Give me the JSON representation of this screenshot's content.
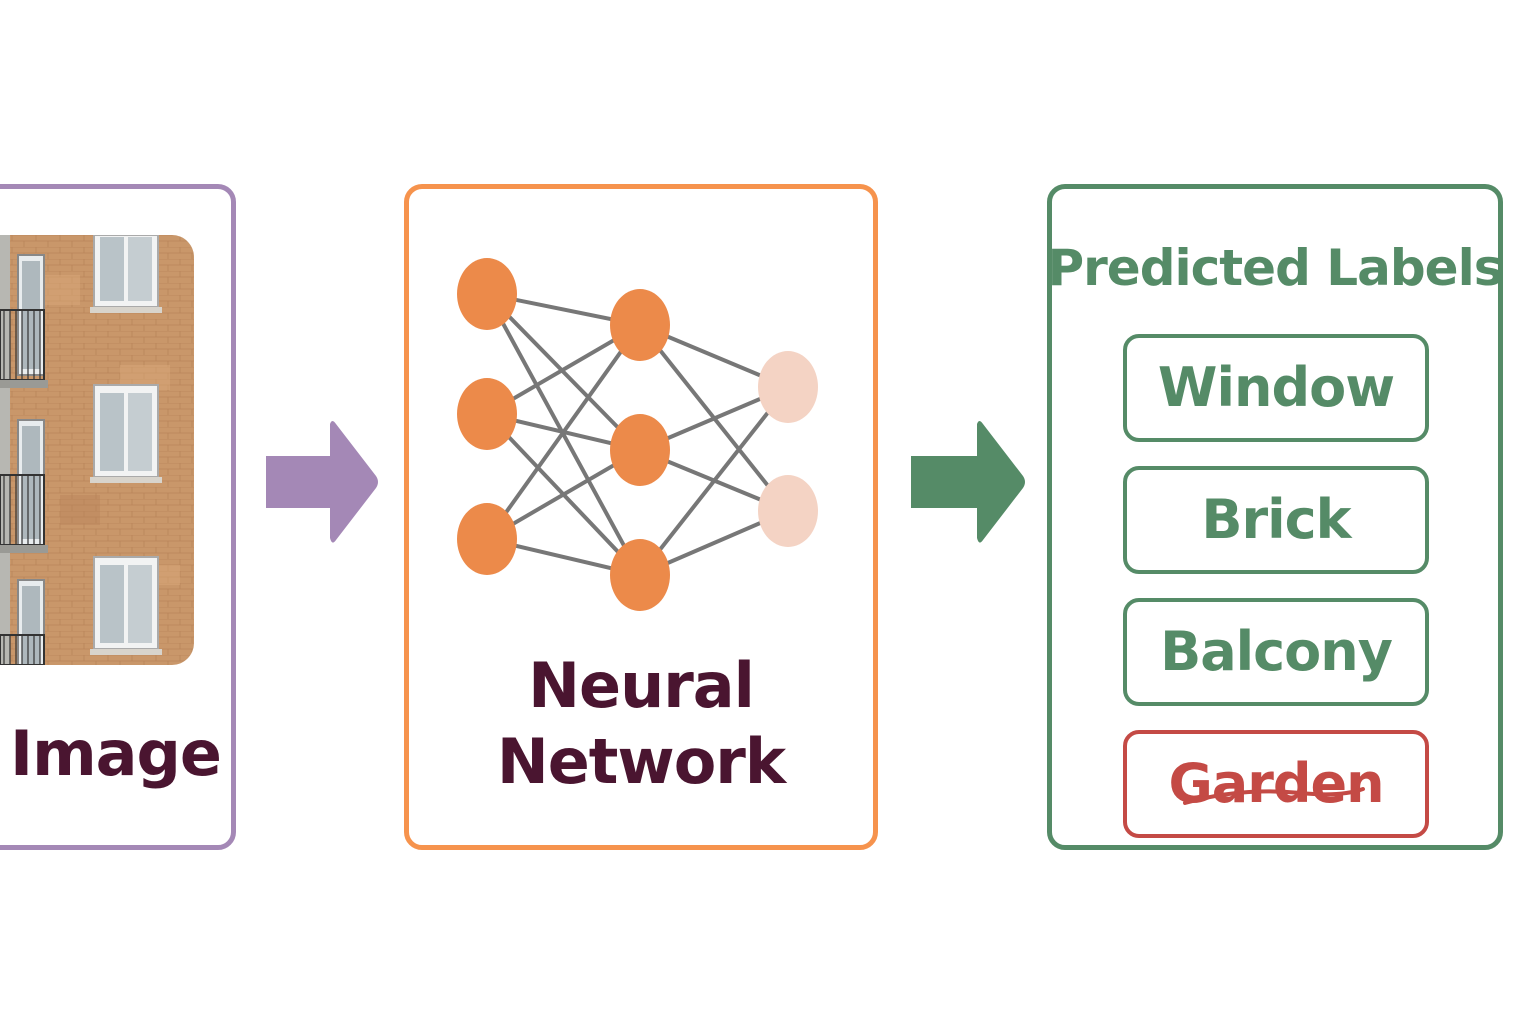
{
  "stages": {
    "input": {
      "caption": "Image"
    },
    "model": {
      "caption_line1": "Neural",
      "caption_line2": "Network"
    },
    "output": {
      "title": "Predicted Labels",
      "labels": [
        {
          "text": "Window",
          "status": "accepted"
        },
        {
          "text": "Brick",
          "status": "accepted"
        },
        {
          "text": "Balcony",
          "status": "accepted"
        },
        {
          "text": "Garden",
          "status": "rejected"
        }
      ]
    }
  },
  "network": {
    "layers": [
      3,
      3,
      2
    ]
  },
  "icons": {
    "input_arrow": "right-arrow-icon",
    "output_arrow": "right-arrow-icon",
    "rejected_mark": "strikethrough-mark"
  },
  "colors": {
    "input": "#a488b6",
    "model": "#f6934d",
    "output": "#558b67",
    "rejected": "#c44a45",
    "caption_text": "#4a1530",
    "node": "#ec8a4a",
    "output_node": "#f4d3c4",
    "edge": "#777777"
  }
}
